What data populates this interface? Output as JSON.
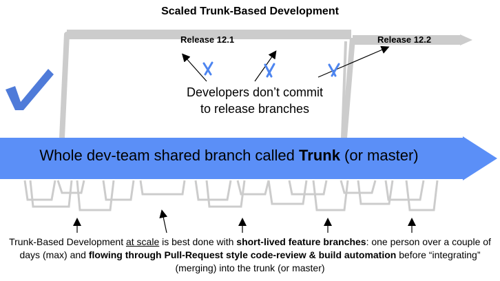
{
  "title": "Scaled Trunk-Based Development",
  "releases": [
    {
      "label": "Release 12.1"
    },
    {
      "label": "Release 12.2"
    }
  ],
  "trunk": {
    "text_prefix": "Whole dev-team shared branch called ",
    "text_bold": "Trunk",
    "text_suffix": " (or master)"
  },
  "developer_note": {
    "line1": "Developers don’t commit",
    "line2": "to release branches"
  },
  "caption": {
    "p1": "Trunk-Based Development ",
    "p2_underlined": "at scale",
    "p3": " is best done with ",
    "p4_bold": "short-lived feature branches",
    "p5": ": one person over a couple of days (max) and ",
    "p6_bold": "flowing through Pull-Request style code-review & build automation",
    "p7": " before “integrating” (merging) into the trunk (or master)"
  },
  "colors": {
    "trunk_blue": "#5b8ff7",
    "branch_gray": "#cccccc",
    "cross_blue": "#4d85f0",
    "check_blue": "#4f7bd9"
  },
  "icons": {
    "checkmark": "check-icon",
    "cross": "cross-icon"
  }
}
